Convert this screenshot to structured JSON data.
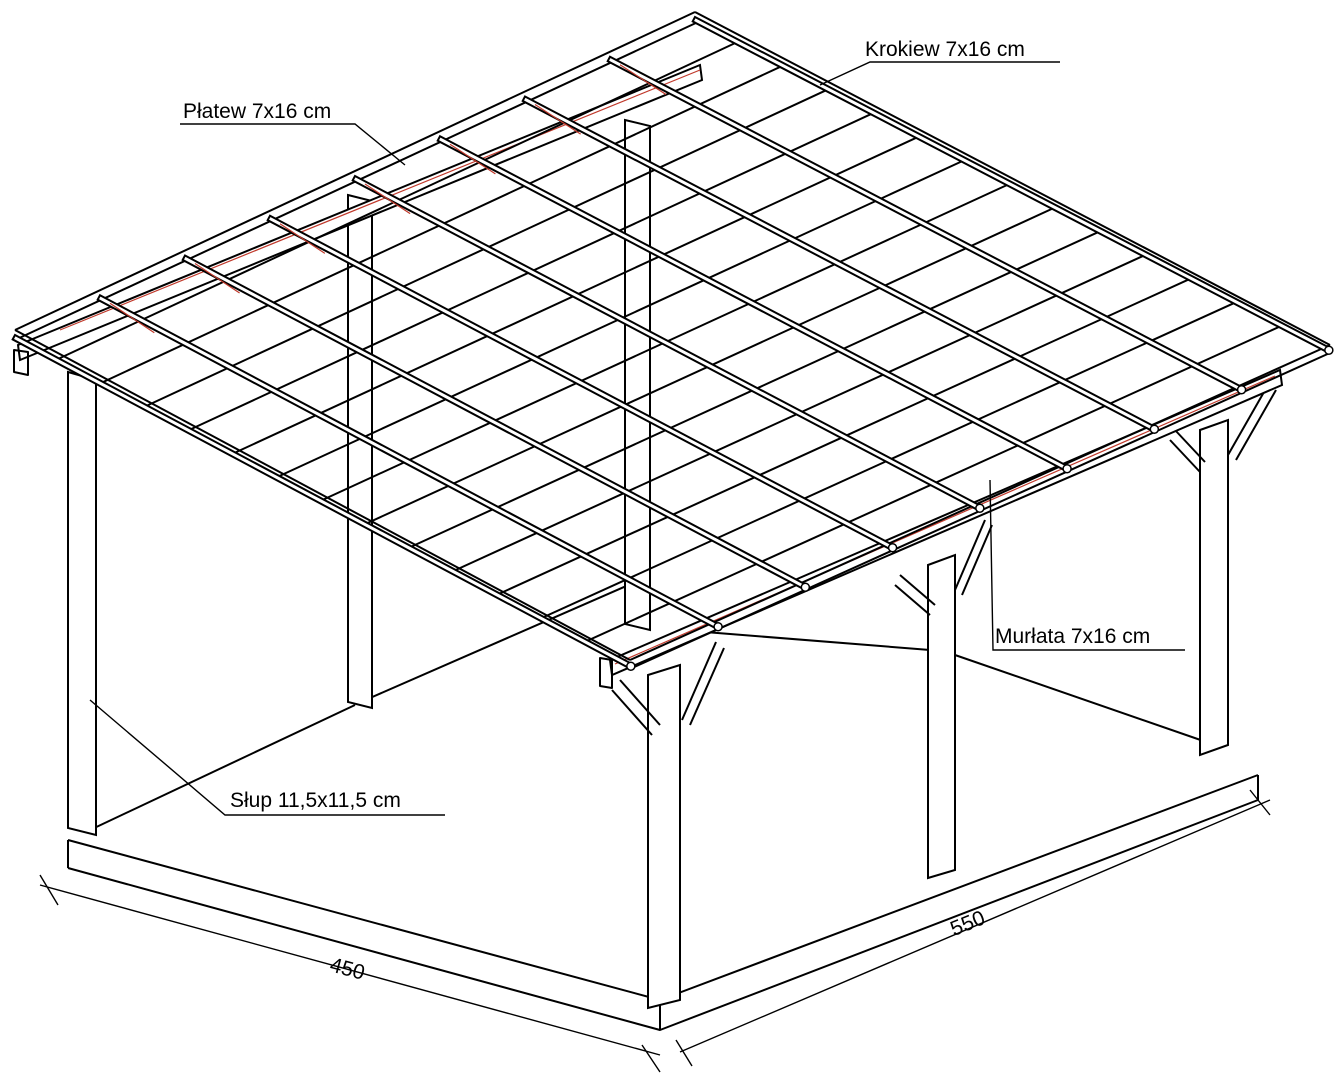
{
  "labels": {
    "rafter": "Krokiew 7x16 cm",
    "purlin": "Płatew 7x16 cm",
    "wall_plate": "Murłata 7x16 cm",
    "post": "Słup 11,5x11,5 cm"
  },
  "dimensions": {
    "depth": "450",
    "width": "550"
  },
  "colors": {
    "line": "#000000",
    "hidden_edge": "#c0392b",
    "background": "#ffffff"
  }
}
